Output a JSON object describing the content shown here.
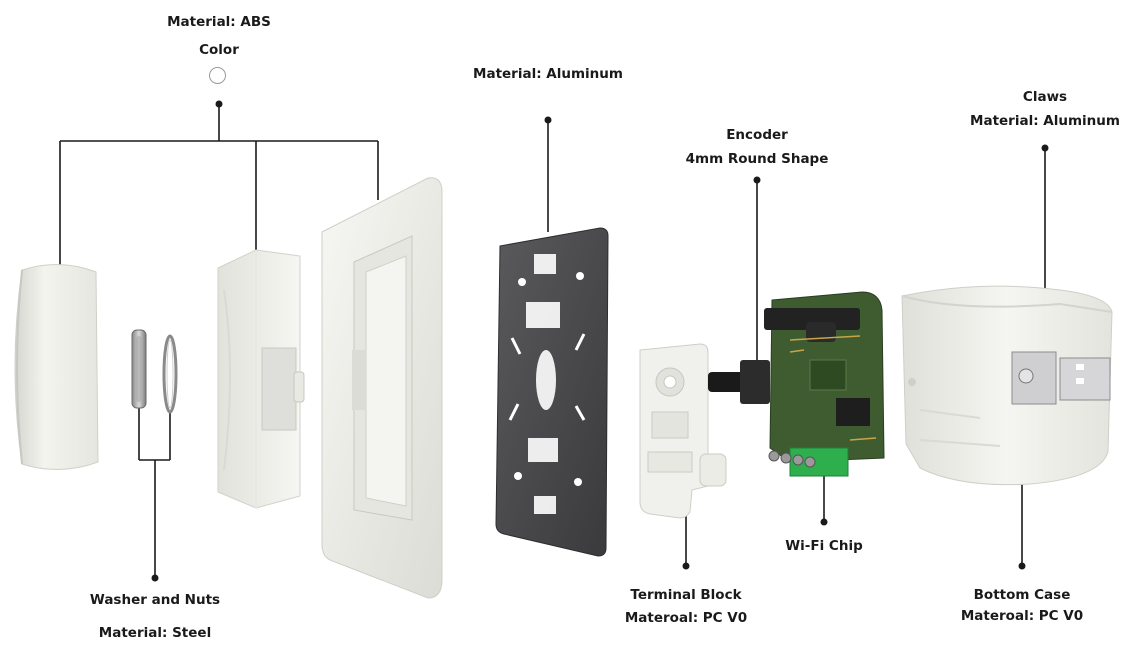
{
  "labels": {
    "cover_material": "Material: ABS",
    "cover_color": "Color",
    "plate_material": "Material: Aluminum",
    "encoder_title": "Encoder",
    "encoder_shape": "4mm Round Shape",
    "claws_title": "Claws",
    "claws_material": "Material: Aluminum",
    "washer_title": "Washer and Nuts",
    "washer_material": "Material: Steel",
    "terminal_title": "Terminal Block",
    "terminal_material": "Materoal: PC V0",
    "wifi_title": "Wi-Fi Chip",
    "bottom_title": "Bottom Case",
    "bottom_material": "Materoal: PC V0"
  },
  "colors": {
    "line": "#1a1a1a",
    "plastic": "#f1f1ec",
    "plastic_shadow": "#d8d8d2",
    "metal_plate": "#4a4a4c",
    "pcb": "#3c5a2e",
    "terminal_green": "#2fae4e",
    "swatch": "#ffffff"
  }
}
